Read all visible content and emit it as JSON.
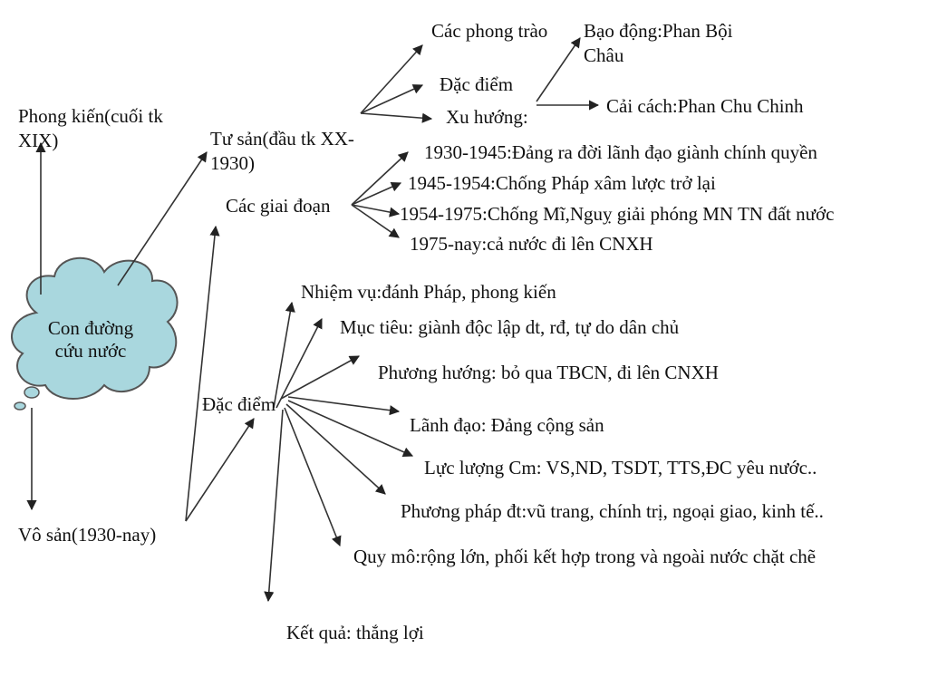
{
  "colors": {
    "cloud_fill": "#a9d7de",
    "cloud_stroke": "#555555",
    "line": "#333333",
    "text": "#111111"
  },
  "center": {
    "label": "Con đường cứu nước"
  },
  "branches": {
    "feudal": "Phong kiến(cuối tk XIX)",
    "bourgeois": "Tư sản(đầu tk XX-1930)",
    "proletarian": "Vô sản(1930-nay)"
  },
  "bourgeois_detail": {
    "movements": "Các phong trào",
    "characteristics": "Đặc điểm",
    "trends": "Xu hướng:",
    "violent": "Bạo động:Phan Bội Châu",
    "reform": "Cải cách:Phan Chu Chinh"
  },
  "stages": {
    "label": "Các giai đoạn",
    "items": [
      "1930-1945:Đảng ra đời lãnh đạo giành chính quyền",
      "1945-1954:Chống Pháp xâm lược trở lại",
      "1954-1975:Chống Mĩ,Nguỵ giải phóng MN TN đất nước",
      "1975-nay:cả nước đi lên CNXH"
    ]
  },
  "features": {
    "label": "Đặc điểm",
    "items": [
      "Nhiệm vụ:đánh Pháp, phong kiến",
      "Mục tiêu: giành độc lập dt, rđ, tự do dân chủ",
      "Phương hướng: bỏ qua TBCN, đi lên CNXH",
      "Lãnh đạo: Đảng cộng sản",
      "Lực lượng Cm: VS,ND, TSDT,  TTS,ĐC yêu nước..",
      "Phương pháp đt:vũ trang, chính trị, ngoại giao, kinh tế..",
      "Quy mô:rộng lớn, phối kết hợp trong và ngoài nước chặt chẽ",
      "Kết quả: thắng lợi"
    ]
  }
}
